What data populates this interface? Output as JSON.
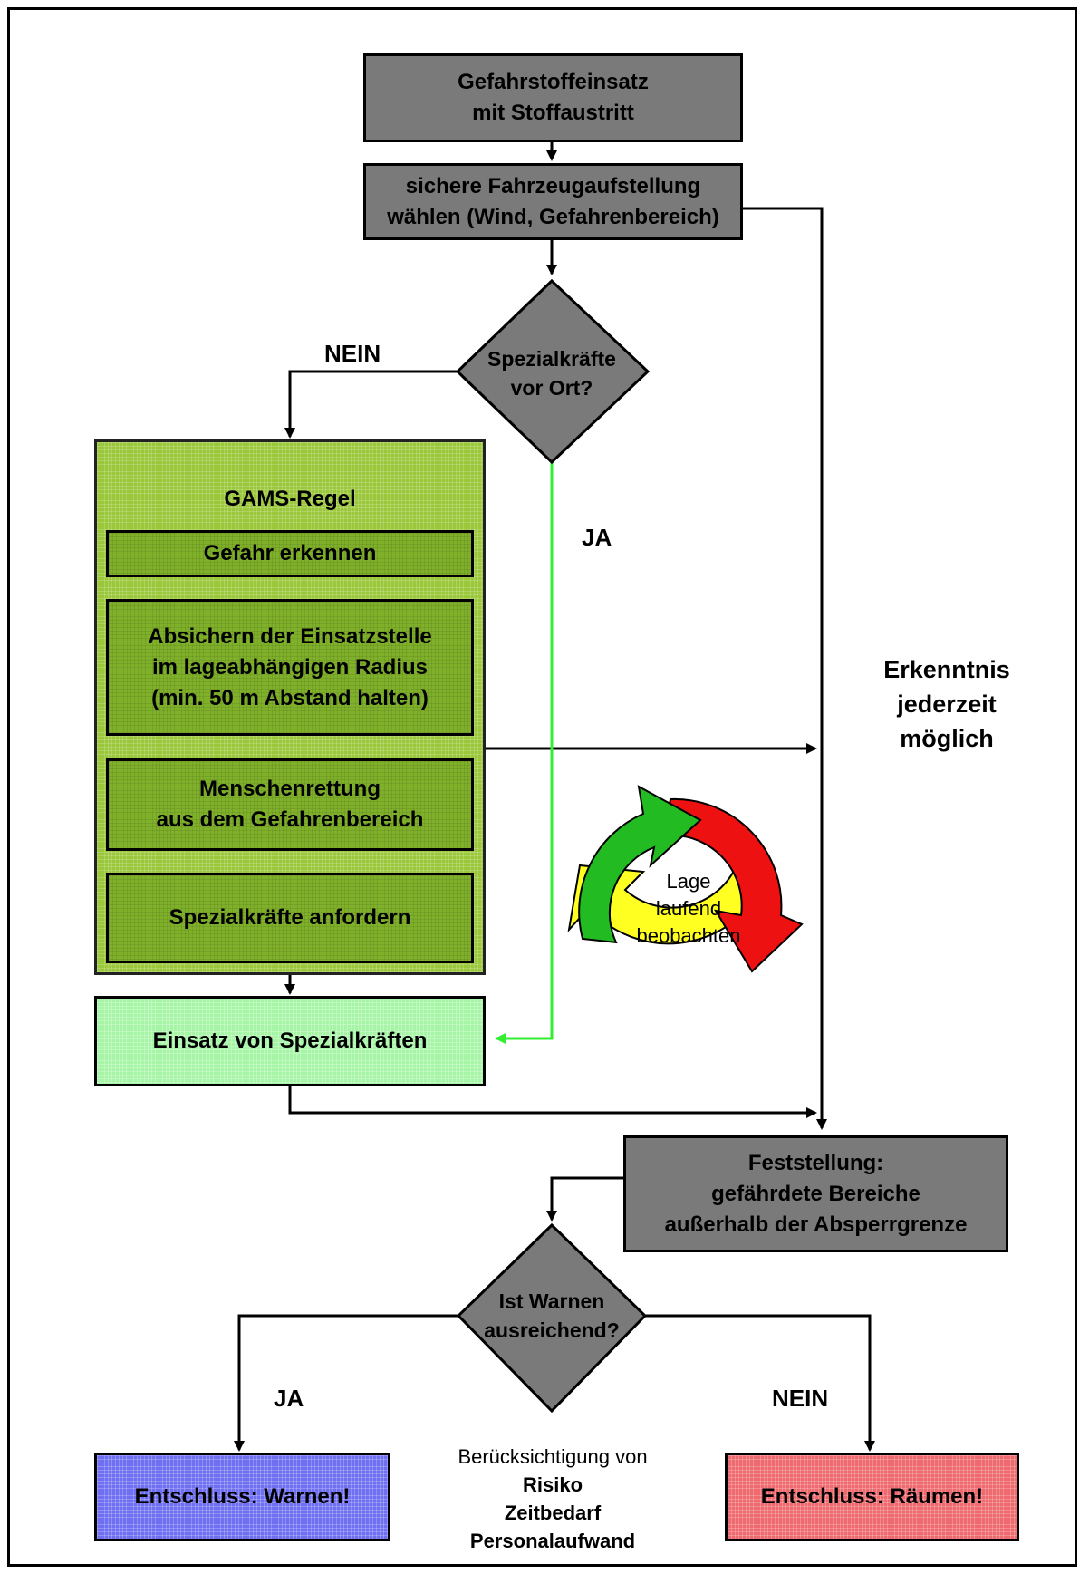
{
  "start_box": "Gefahrstoffeinsatz\nmit Stoffaustritt",
  "vehicle_box": "sichere Fahrzeugaufstellung\nwählen (Wind, Gefahrenbereich)",
  "decision1": {
    "text": "Spezialkräfte\nvor Ort?",
    "no_label": "NEIN",
    "yes_label": "JA"
  },
  "gams": {
    "title": "GAMS-Regel",
    "steps": [
      "Gefahr erkennen",
      "Absichern der Einsatzstelle\nim lageabhängigen Radius\n(min. 50 m Abstand halten)",
      "Menschenrettung\naus dem Gefahrenbereich",
      "Spezialkräfte anfordern"
    ]
  },
  "special_forces_box": "Einsatz von Spezialkräften",
  "insight_label": "Erkenntnis\njederzeit\nmöglich",
  "cycle_label": "Lage\nlaufend\nbeobachten",
  "finding_box": "Feststellung:\ngefährdete Bereiche\naußerhalb der Absperrgrenze",
  "decision2": {
    "text": "Ist Warnen\nausreichend?",
    "yes_label": "JA",
    "no_label": "NEIN"
  },
  "warn_box": "Entschluss: Warnen!",
  "evacuate_box": "Entschluss: Räumen!",
  "consideration": {
    "intro": "Berücksichtigung von",
    "items": [
      "Risiko",
      "Zeitbedarf",
      "Personalaufwand"
    ]
  },
  "colors": {
    "gray": "#7a7a7a",
    "gams_outer": "#9bc73a",
    "gams_inner": "#7fb02a",
    "special_forces": "#a6f5a6",
    "warn": "#6f6ff2",
    "evacuate": "#ee6a6e",
    "yes_path": "#33ee33",
    "cycle_green": "#22bb22",
    "cycle_red": "#ee1111",
    "cycle_yellow": "#ffff22"
  }
}
